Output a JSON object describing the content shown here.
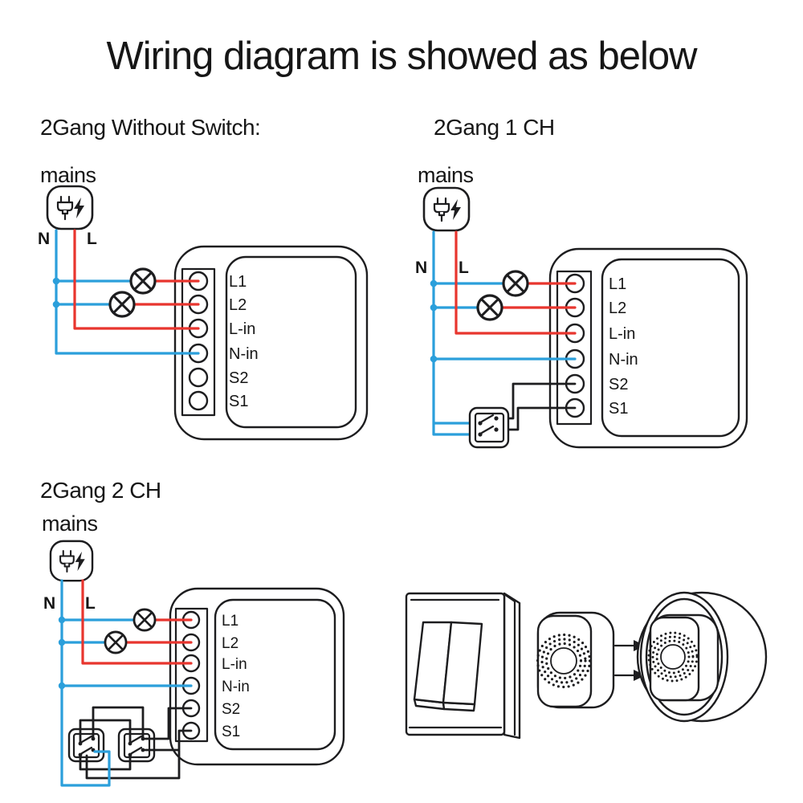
{
  "title": "Wiring diagram is showed as below",
  "colors": {
    "line": "#1d1d1f",
    "wire_blue": "#2b9fdb",
    "wire_red": "#e8352e",
    "neutral_label": "#2b3087",
    "live_label": "#e8352e"
  },
  "diagrams": [
    {
      "heading": "2Gang Without Switch:",
      "mains_label": "mains",
      "neutral_label": "N",
      "live_label": "L",
      "terminals": [
        "L1",
        "L2",
        "L-in",
        "N-in",
        "S2",
        "S1"
      ],
      "lamps": 2,
      "wall_switches": 0
    },
    {
      "heading": "2Gang 1 CH",
      "mains_label": "mains",
      "neutral_label": "N",
      "live_label": "L",
      "terminals": [
        "L1",
        "L2",
        "L-in",
        "N-in",
        "S2",
        "S1"
      ],
      "lamps": 2,
      "wall_switches": 1
    },
    {
      "heading": "2Gang 2 CH",
      "mains_label": "mains",
      "neutral_label": "N",
      "live_label": "L",
      "terminals": [
        "L1",
        "L2",
        "L-in",
        "N-in",
        "S2",
        "S1"
      ],
      "lamps": 2,
      "wall_switches": 2
    }
  ],
  "icons": {
    "mains_source": "plug-lightning-icon",
    "lamp": "lamp-cross-icon",
    "wall_switch": "switch-contacts-icon",
    "arrow": "right-arrow-icon"
  },
  "installation": {
    "items": [
      "2-gang rocker wall switch",
      "smart relay module",
      "round wall box with module installed"
    ]
  }
}
